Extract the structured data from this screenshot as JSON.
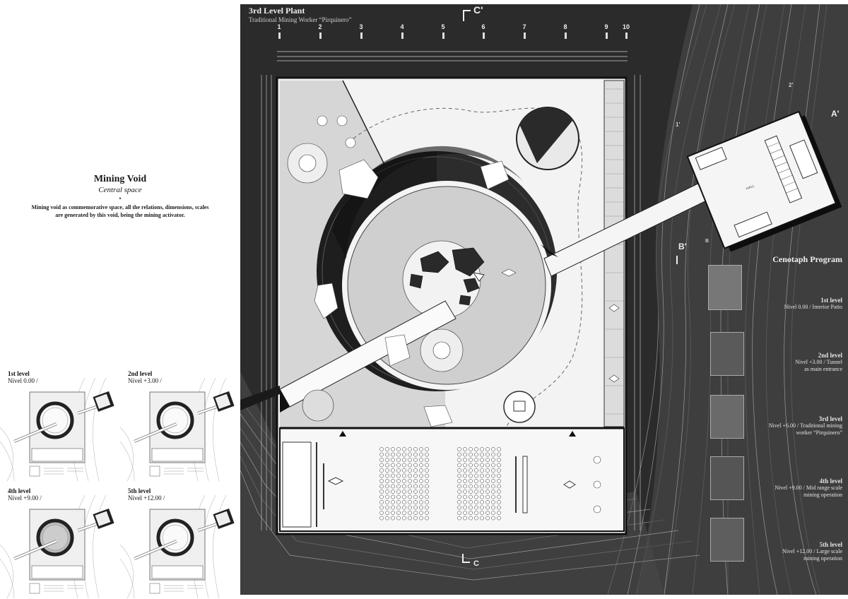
{
  "intro": {
    "title": "Mining Void",
    "subtitle": "Central space",
    "bullet": "•",
    "description": "Mining void as commemorative space, all the relations, dimensions, scales are generated by this void, being the mining activator."
  },
  "mini_plans": [
    {
      "level": "1st level",
      "nivel": "Nivel 0.00 /"
    },
    {
      "level": "2nd level",
      "nivel": "Nivel +3.00 /"
    },
    {
      "level": "4th level",
      "nivel": "Nivel +9.00 /"
    },
    {
      "level": "5th level",
      "nivel": "Nivel +12.00 /"
    }
  ],
  "plan": {
    "title": "3rd Level Plant",
    "subtitle": "Traditional Mining Worker “Pirquinero”",
    "axes": [
      "1",
      "2",
      "3",
      "4",
      "5",
      "6",
      "7",
      "8",
      "9",
      "10"
    ],
    "section_top": "C'",
    "section_bottom": "C",
    "section_a": "A'",
    "section_b": "B'",
    "section_b_left": "B",
    "section_2": "2'",
    "section_1": "1'",
    "hall_label": "HALL"
  },
  "cenotaph": {
    "heading": "Cenotaph Program",
    "items": [
      {
        "level": "1st level",
        "line1": "Nivel 0.00 / Interior Patio",
        "line2": ""
      },
      {
        "level": "2nd level",
        "line1": "Nivel +3.00 / Tunnel",
        "line2": "as main entrance"
      },
      {
        "level": "3rd level",
        "line1": "Nivel +6.00 / Traditional mining",
        "line2": "worker “Pirquinero”"
      },
      {
        "level": "4th level",
        "line1": "Nivel +9.00 / Mid range scale",
        "line2": "mining operation"
      },
      {
        "level": "5th level",
        "line1": "Nivel +12.00 / Large scale",
        "line2": "mining operation"
      }
    ]
  },
  "colors": {
    "background_dark": "#2b2b2b",
    "paper": "#ffffff",
    "plan_floor": "#efefef",
    "void_ring": "#2a2a2a",
    "void_floor": "#cfcfcf"
  }
}
